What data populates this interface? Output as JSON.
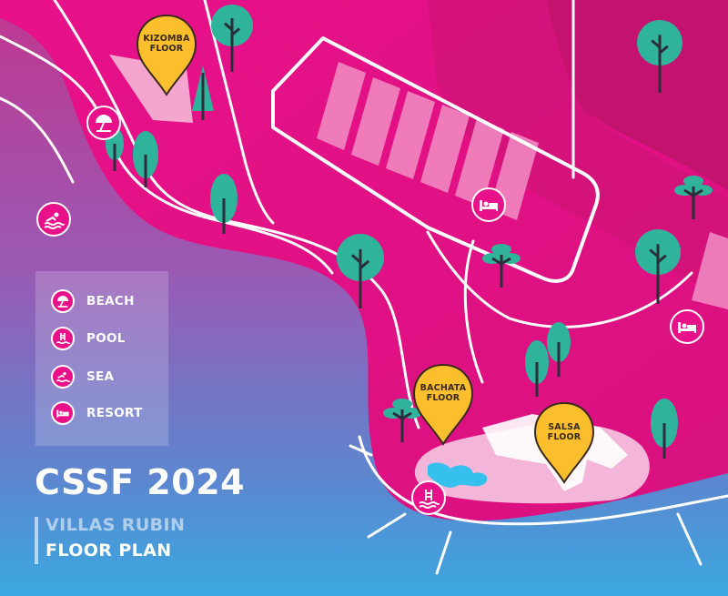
{
  "title": "CSSF 2024",
  "subtitle_venue": "VILLAS RUBIN",
  "subtitle_plan": "FLOOR PLAN",
  "legend": {
    "items": [
      {
        "label": "BEACH",
        "icon": "beach-umbrella-icon"
      },
      {
        "label": "POOL",
        "icon": "pool-ladder-icon"
      },
      {
        "label": "SEA",
        "icon": "swimmer-icon"
      },
      {
        "label": "RESORT",
        "icon": "bed-icon"
      }
    ]
  },
  "markers": {
    "kizomba": {
      "line1": "KIZOMBA",
      "line2": "FLOOR"
    },
    "bachata": {
      "line1": "BACHATA",
      "line2": "FLOOR"
    },
    "salsa": {
      "line1": "SALSA",
      "line2": "FLOOR"
    }
  },
  "colors": {
    "magenta": "#e8118a",
    "deep_magenta": "#b8106e",
    "pin_yellow": "#fbbf2d",
    "tree_teal": "#2fb39a",
    "sea_blue": "#3aa8e0",
    "sky_purple": "#9a5ab4"
  }
}
